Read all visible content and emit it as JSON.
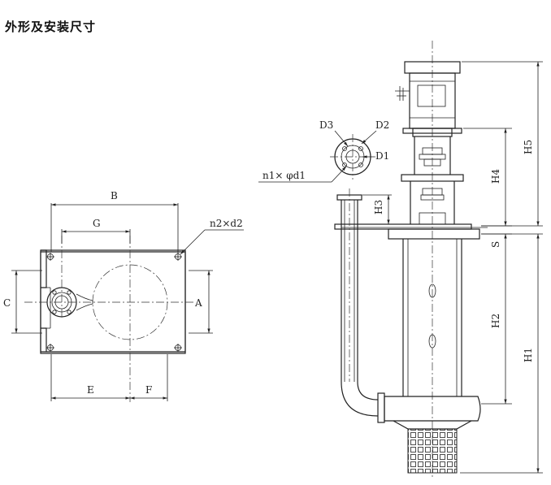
{
  "title": "外形及安装尺寸",
  "labels": {
    "B": "B",
    "G": "G",
    "n2d2": "n2×d2",
    "C": "C",
    "A": "A",
    "E": "E",
    "F": "F",
    "D3": "D3",
    "D2": "D2",
    "D1": "D1",
    "n1d1": "n1× φd1",
    "H5": "H5",
    "H4": "H4",
    "H3": "H3",
    "S": "S",
    "H2": "H2",
    "H1": "H1"
  }
}
